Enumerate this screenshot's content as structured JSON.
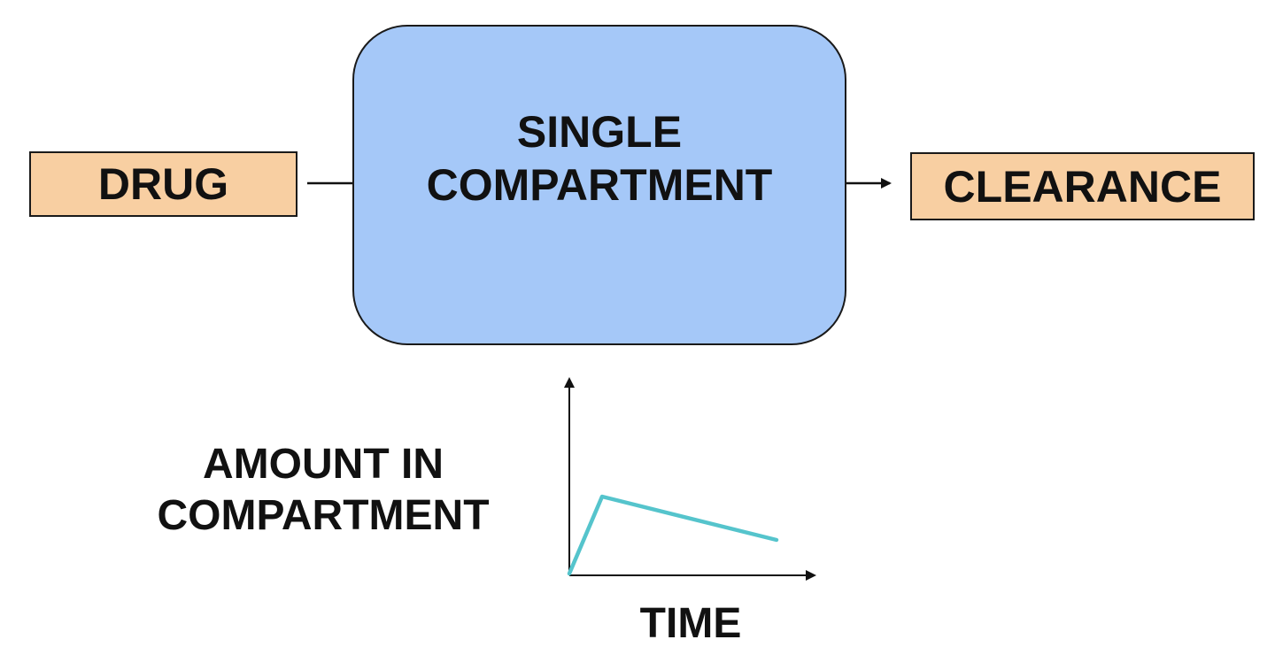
{
  "colors": {
    "box_fill_orange": "#f8cfa2",
    "compartment_fill_blue": "#a5c8f8",
    "stroke": "#1a1a1a",
    "curve": "#55c4cc"
  },
  "boxes": {
    "drug": "DRUG",
    "compartment_line1": "SINGLE",
    "compartment_line2": "COMPARTMENT",
    "clearance": "CLEARANCE"
  },
  "plot": {
    "ylabel_line1": "AMOUNT IN",
    "ylabel_line2": "COMPARTMENT",
    "xlabel": "TIME"
  }
}
